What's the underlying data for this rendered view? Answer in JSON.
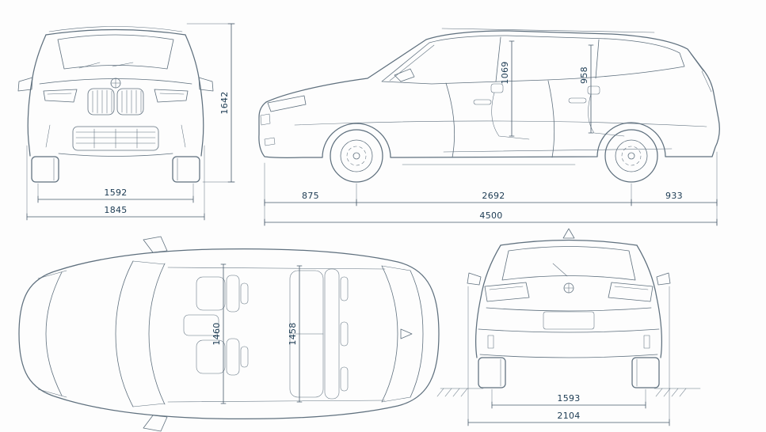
{
  "colors": {
    "line": "#5f707e",
    "dim": "#47596a",
    "text": "#1b3a52",
    "background": "#fdfdfd"
  },
  "views": {
    "front": {
      "dims": {
        "track_width": "1592",
        "overall_width": "1845",
        "overall_height": "1642"
      }
    },
    "side": {
      "dims": {
        "front_interior_height": "1069",
        "rear_interior_height": "958",
        "front_overhang": "875",
        "wheelbase": "2692",
        "rear_overhang": "933",
        "overall_length": "4500"
      }
    },
    "top": {
      "dims": {
        "front_interior_width": "1460",
        "rear_interior_width": "1458"
      }
    },
    "rear": {
      "dims": {
        "rear_track_width": "1593",
        "width_incl_mirrors": "2104"
      }
    }
  },
  "icons": {
    "brand_front": "bmw-roundel-icon",
    "brand_rear": "bmw-roundel-icon",
    "antenna": "shark-fin-antenna-icon"
  }
}
